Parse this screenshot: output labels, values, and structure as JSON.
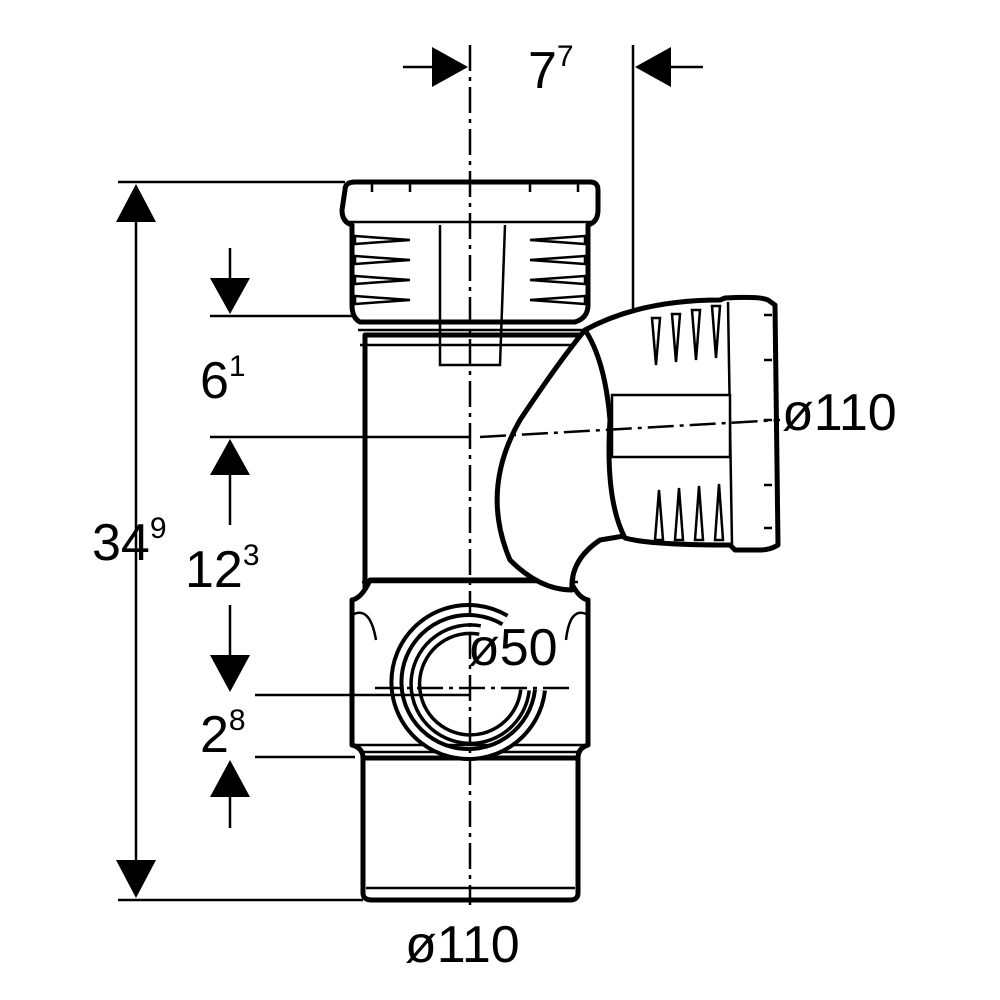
{
  "dimensions": {
    "overall_height": {
      "main": "34",
      "sup": "9"
    },
    "branch_offset": {
      "main": "7",
      "sup": "7"
    },
    "socket_depth": {
      "main": "6",
      "sup": "1"
    },
    "branch_to_inlet": {
      "main": "12",
      "sup": "3"
    },
    "inlet_offset": {
      "main": "2",
      "sup": "8"
    }
  },
  "diameters": {
    "branch": "ø110",
    "side_inlet": "ø50",
    "bottom": "ø110"
  },
  "colors": {
    "line": "#000000",
    "fill": "#ffffff"
  }
}
